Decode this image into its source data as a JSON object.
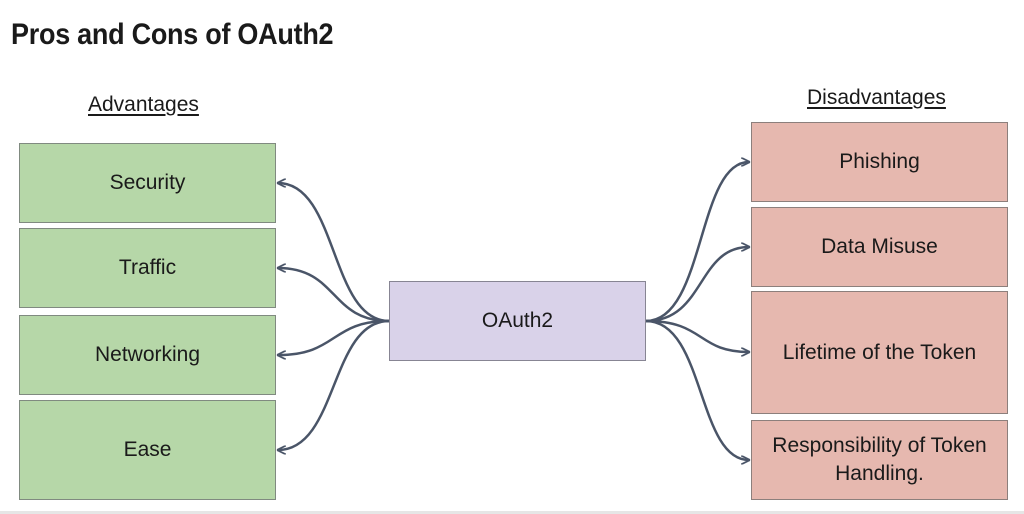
{
  "title": "Pros and Cons of OAuth2",
  "advantages": {
    "heading": "Advantages",
    "items": [
      "Security",
      "Traffic",
      "Networking",
      "Ease"
    ]
  },
  "center": {
    "label": "OAuth2"
  },
  "disadvantages": {
    "heading": "Disadvantages",
    "items": [
      "Phishing",
      "Data Misuse",
      "Lifetime of the Token",
      "Responsibility of Token Handling."
    ]
  },
  "colors": {
    "advantage_fill": "#b6d7a8",
    "disadvantage_fill": "#e6b8af",
    "center_fill": "#d9d2e9",
    "connector": "#4a5568"
  }
}
